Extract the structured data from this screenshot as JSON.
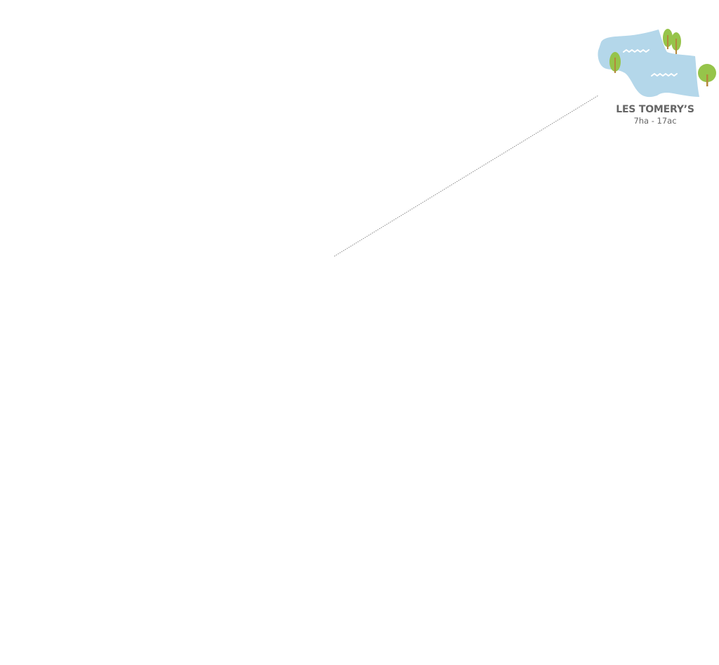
{
  "map": {
    "markers": [
      {
        "type": "lake",
        "name": "LES TOMERY’S",
        "area": "7ha - 17ac",
        "icon": "lake-with-trees-icon"
      }
    ],
    "colors": {
      "water": "#b4d7ea",
      "wave": "#ffffff",
      "tree_foliage": "#96c44a",
      "tree_trunk": "#b4883c",
      "label_text": "#666666",
      "leader_line": "#888888"
    }
  }
}
